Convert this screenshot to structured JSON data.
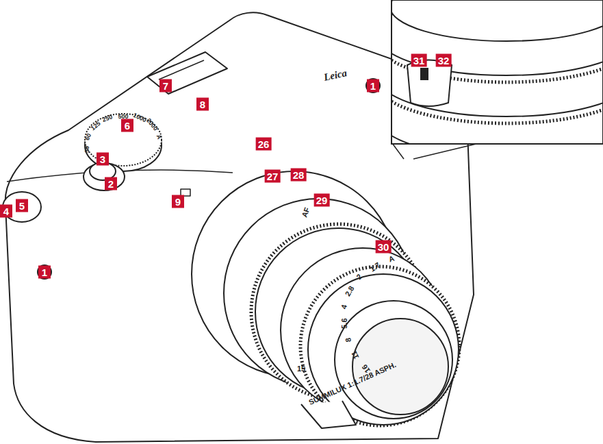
{
  "diagram": {
    "labels": [
      "1",
      "7",
      "8",
      "6",
      "3",
      "2",
      "9",
      "5",
      "4",
      "1",
      "26",
      "27",
      "28",
      "29",
      "30",
      "31",
      "32",
      "SUMMILUX 1:1.7/28 ASPH.",
      "A",
      "1.7",
      "2",
      "2.8",
      "4",
      "5.6",
      "8",
      "11",
      "16",
      "AF",
      "Leica",
      "A",
      "2000",
      "1000",
      "500",
      "250",
      "125",
      "60",
      "30",
      "15"
    ]
  }
}
